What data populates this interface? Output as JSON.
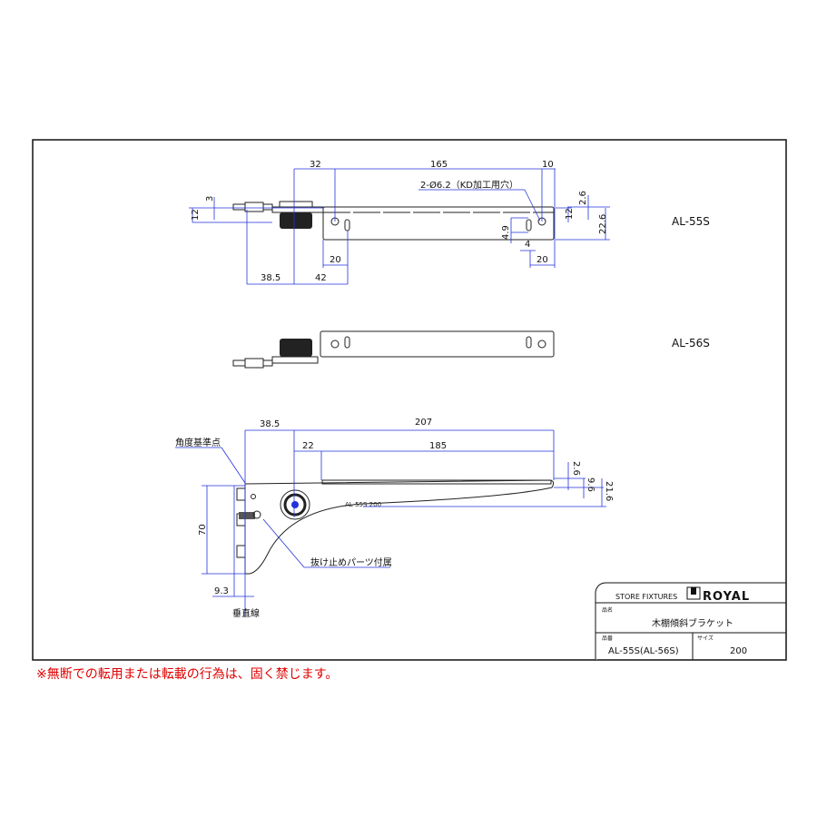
{
  "views": {
    "top": {
      "label": "AL-55S",
      "dims": [
        "32",
        "165",
        "10",
        "3",
        "12",
        "2.6",
        "12",
        "22.6",
        "4.9",
        "4",
        "20",
        "20",
        "38.5",
        "42"
      ],
      "hole_note": "2-Ø6.2（KD加工用穴）"
    },
    "middle": {
      "label": "AL-56S"
    },
    "side": {
      "dims": [
        "38.5",
        "207",
        "22",
        "185",
        "2.6",
        "9.6",
        "21.6",
        "70",
        "9.3"
      ],
      "ref_point": "角度基準点",
      "vertical_line": "垂直線",
      "part_note": "抜け止めパーツ付属",
      "stamp": "AL-55S 200"
    }
  },
  "title_block": {
    "company_tag": "STORE FIXTURES",
    "brand": "ROYAL",
    "name_label": "品名",
    "name": "木棚傾斜ブラケット",
    "part_label": "品番",
    "part": "AL-55S(AL-56S)",
    "size_label": "サイズ",
    "size": "200"
  },
  "warning": "※無断での転用または転載の行為は、固く禁じます。",
  "colors": {
    "dimension": "#2233dd",
    "outline": "#222222",
    "warning": "#e00000"
  }
}
